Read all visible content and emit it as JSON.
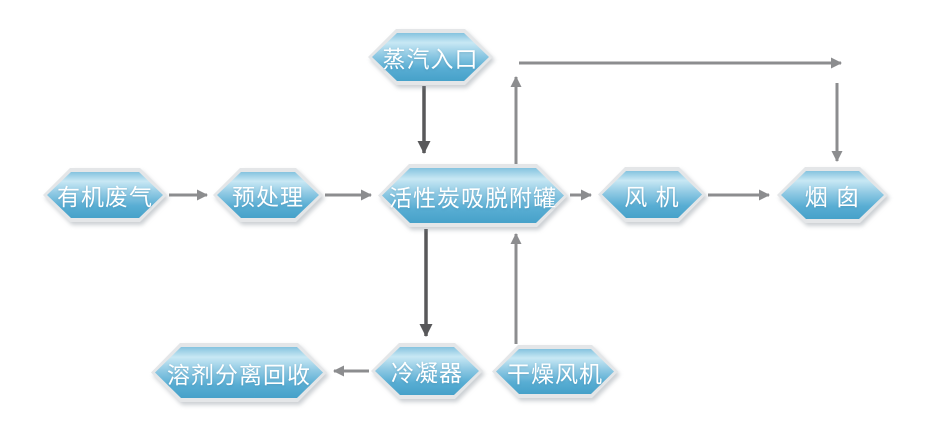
{
  "diagram": {
    "type": "process-flowchart",
    "background_color": "#ffffff",
    "node_style": {
      "shape": "hexagon",
      "border_color": "#e4e6e8",
      "fill_gradient_top": "#85c3df",
      "fill_gradient_highlight": "#c8e8f4",
      "fill_gradient_bottom": "#46a1c9",
      "text_color": "#ffffff"
    },
    "arrow_colors": {
      "main_flow": "#8c8d8f",
      "steam_condensate": "#58585a"
    },
    "nodes": {
      "organic_gas": {
        "label": "有机废气"
      },
      "pretreatment": {
        "label": "预处理"
      },
      "steam_inlet": {
        "label": "蒸汽入口"
      },
      "adsorption_tank": {
        "label": "活性炭吸脱附罐"
      },
      "fan": {
        "label": "风 机"
      },
      "chimney": {
        "label": "烟 囱"
      },
      "condenser": {
        "label": "冷凝器"
      },
      "solvent_recovery": {
        "label": "溶剂分离回收"
      },
      "drying_fan": {
        "label": "干燥风机"
      }
    },
    "edges": [
      {
        "from": "organic_gas",
        "to": "pretreatment",
        "style": "main_flow"
      },
      {
        "from": "pretreatment",
        "to": "adsorption_tank",
        "style": "main_flow"
      },
      {
        "from": "steam_inlet",
        "to": "adsorption_tank",
        "style": "steam_condensate"
      },
      {
        "from": "adsorption_tank",
        "to": "fan",
        "style": "main_flow"
      },
      {
        "from": "fan",
        "to": "chimney",
        "style": "main_flow"
      },
      {
        "from": "adsorption_tank",
        "to": "chimney",
        "style": "main_flow",
        "route": "bypass-over-top"
      },
      {
        "from": "adsorption_tank",
        "to": "condenser",
        "style": "steam_condensate"
      },
      {
        "from": "condenser",
        "to": "solvent_recovery",
        "style": "main_flow"
      },
      {
        "from": "drying_fan",
        "to": "adsorption_tank",
        "style": "main_flow"
      }
    ]
  }
}
